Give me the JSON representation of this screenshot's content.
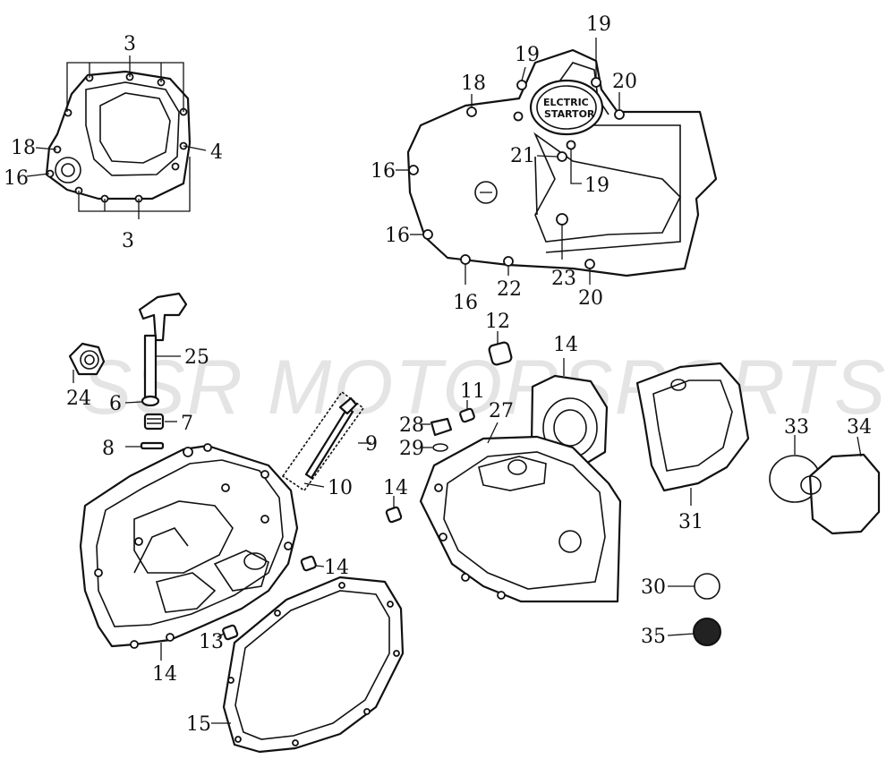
{
  "watermark": "SSR MOTORSPORTS",
  "cover_label_line1": "ELCTRIC",
  "cover_label_line2": "STARTOR",
  "callouts": [
    {
      "id": "c3a",
      "text": "3"
    },
    {
      "id": "c3b",
      "text": "3"
    },
    {
      "id": "c4",
      "text": "4"
    },
    {
      "id": "c18a",
      "text": "18"
    },
    {
      "id": "c16a",
      "text": "16"
    },
    {
      "id": "c19a",
      "text": "19"
    },
    {
      "id": "c19b",
      "text": "19"
    },
    {
      "id": "c19c",
      "text": "19"
    },
    {
      "id": "c18b",
      "text": "18"
    },
    {
      "id": "c20a",
      "text": "20"
    },
    {
      "id": "c20b",
      "text": "20"
    },
    {
      "id": "c21",
      "text": "21"
    },
    {
      "id": "c16b",
      "text": "16"
    },
    {
      "id": "c16c",
      "text": "16"
    },
    {
      "id": "c16d",
      "text": "16"
    },
    {
      "id": "c22",
      "text": "22"
    },
    {
      "id": "c23",
      "text": "23"
    },
    {
      "id": "c24",
      "text": "24"
    },
    {
      "id": "c25",
      "text": "25"
    },
    {
      "id": "c6",
      "text": "6"
    },
    {
      "id": "c7",
      "text": "7"
    },
    {
      "id": "c8",
      "text": "8"
    },
    {
      "id": "c9",
      "text": "9"
    },
    {
      "id": "c10",
      "text": "10"
    },
    {
      "id": "c11",
      "text": "11"
    },
    {
      "id": "c12",
      "text": "12"
    },
    {
      "id": "c14a",
      "text": "14"
    },
    {
      "id": "c27",
      "text": "27"
    },
    {
      "id": "c28",
      "text": "28"
    },
    {
      "id": "c29",
      "text": "29"
    },
    {
      "id": "c14b",
      "text": "14"
    },
    {
      "id": "c14c",
      "text": "14"
    },
    {
      "id": "c14d",
      "text": "14"
    },
    {
      "id": "c13",
      "text": "13"
    },
    {
      "id": "c15",
      "text": "15"
    },
    {
      "id": "c31",
      "text": "31"
    },
    {
      "id": "c33",
      "text": "33"
    },
    {
      "id": "c34",
      "text": "34"
    },
    {
      "id": "c30",
      "text": "30"
    },
    {
      "id": "c35",
      "text": "35"
    }
  ]
}
